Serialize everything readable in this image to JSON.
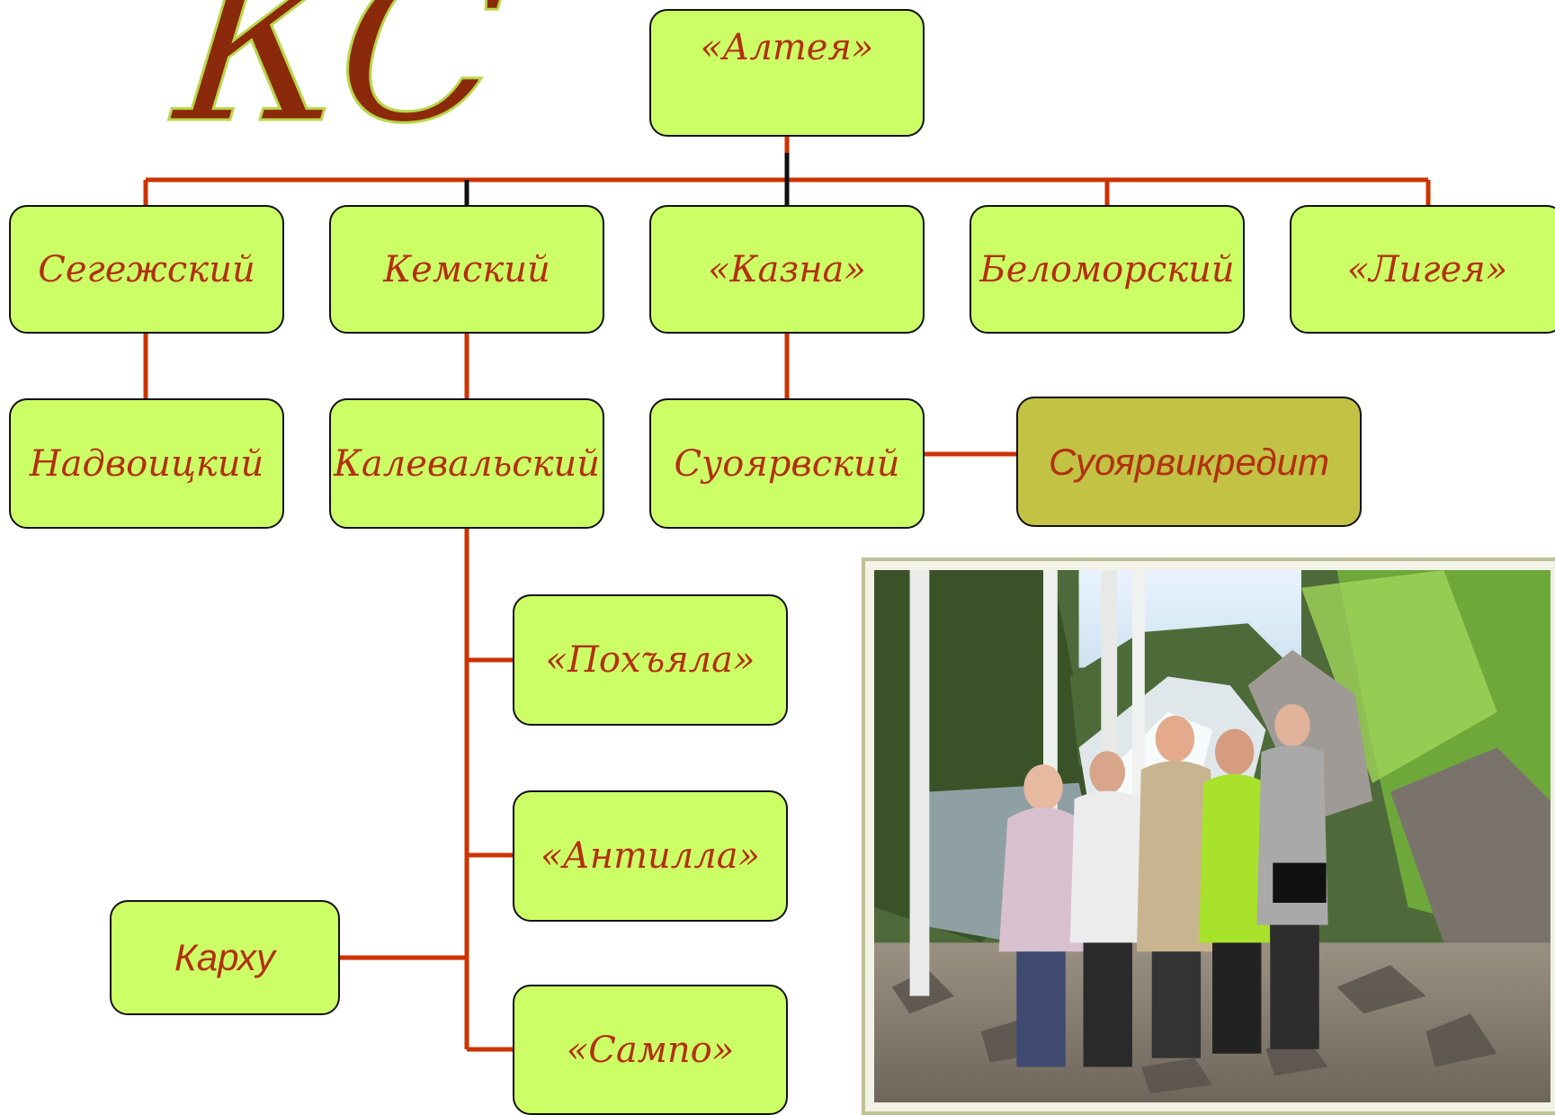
{
  "logo": {
    "text": "КС"
  },
  "colors": {
    "node_fill": "#ccff66",
    "node_text": "#b2300e",
    "connector": "#cc3300",
    "highlight_node": "#c2c245"
  },
  "nodes": {
    "root": "«Алтея»",
    "segezhsky": "Сегежский",
    "kemsky": "Кемский",
    "kazna": "«Казна»",
    "belomorsky": "Беломорский",
    "ligeya": "«Лигея»",
    "nadvoitsky": "Надвоицкий",
    "kalevalsky": "Калевальский",
    "suoyarvsky": "Суоярвский",
    "suoyarvikredit": "Суоярвикредит",
    "pokhyala": "«Похъяла»",
    "antilla": "«Антилла»",
    "karkhu": "Карху",
    "sampo": "«Сампо»"
  },
  "photo": {
    "subject": "group-photo-waterfall-forest"
  }
}
